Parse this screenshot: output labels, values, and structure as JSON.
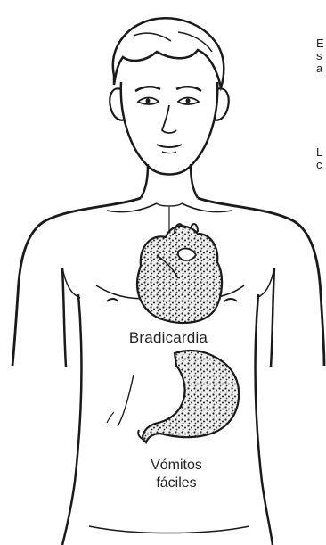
{
  "labels": {
    "bradycardia": "Bradicardia",
    "vomiting_line1": "Vómitos",
    "vomiting_line2": "fáciles"
  },
  "side_text": {
    "block1": [
      "E",
      "s",
      "a"
    ],
    "block2": [
      "L",
      "c"
    ]
  },
  "colors": {
    "line": "#1a1a1a",
    "background": "#ffffff",
    "organ_fill": "#f2f2f2"
  }
}
